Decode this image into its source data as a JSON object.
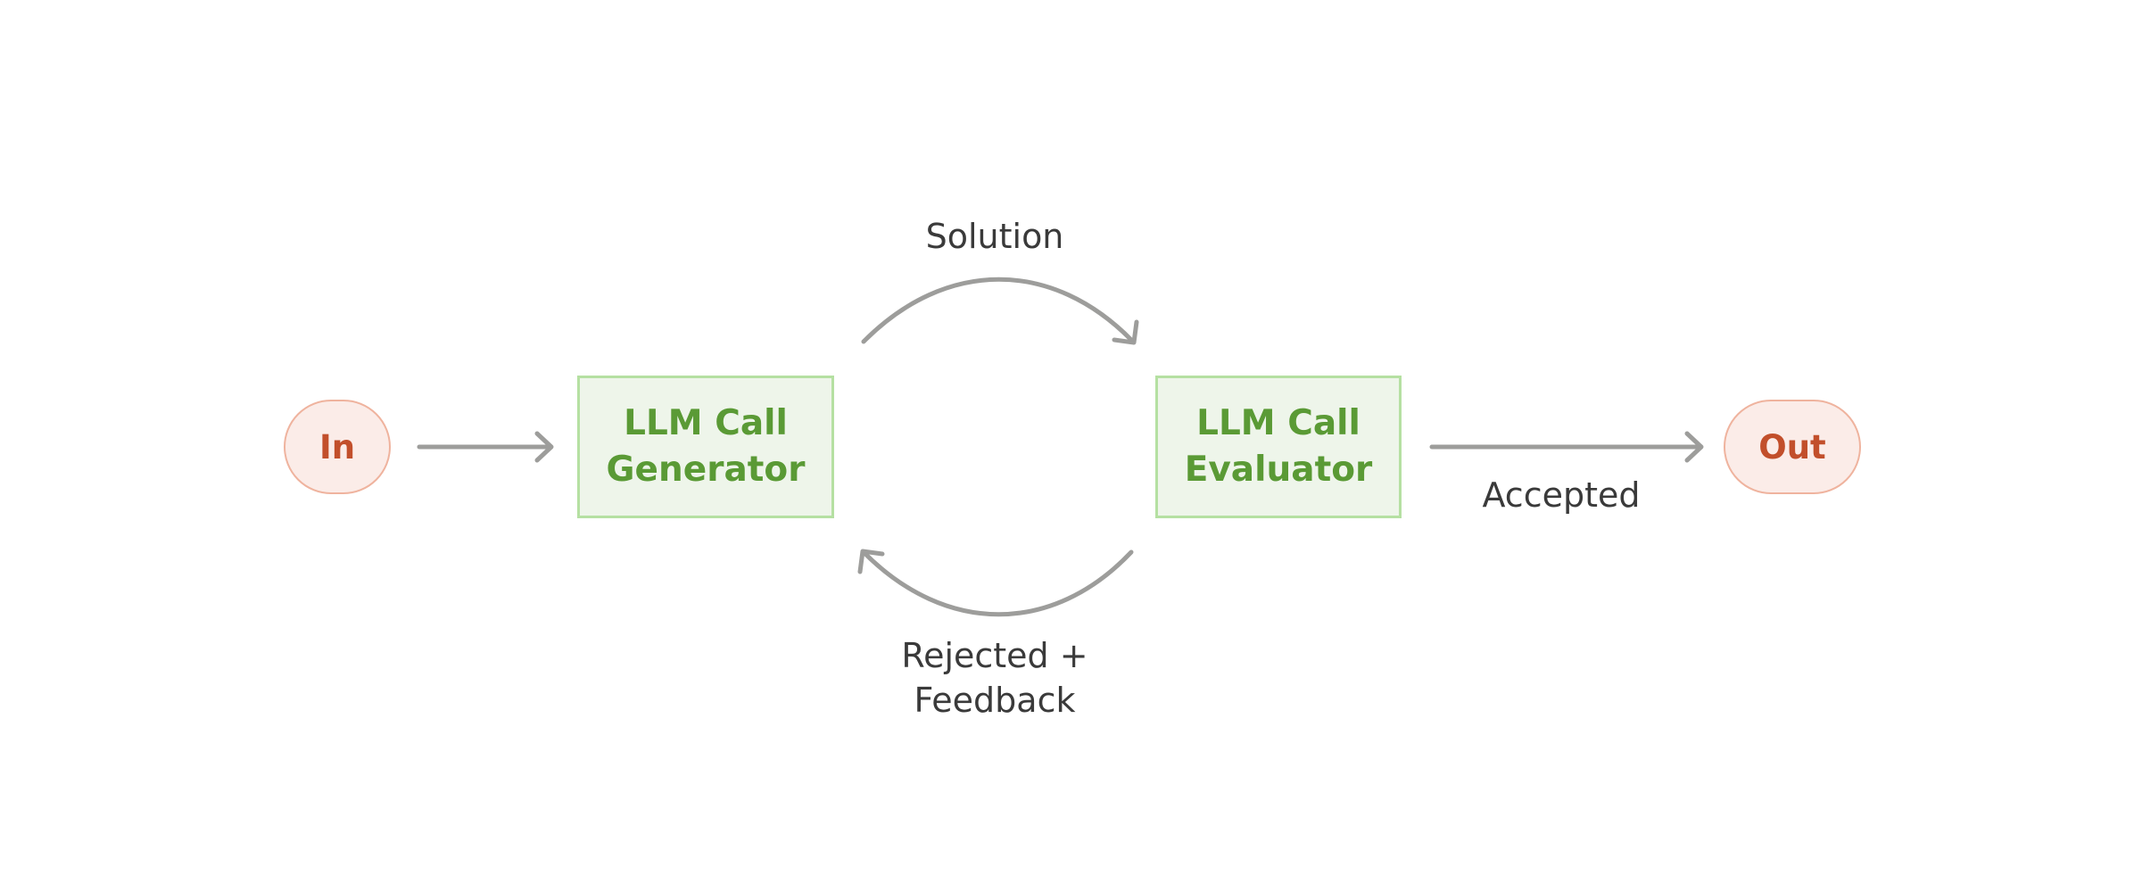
{
  "nodes": {
    "input": "In",
    "generator": {
      "line1": "LLM Call",
      "line2": "Generator"
    },
    "evaluator": {
      "line1": "LLM Call",
      "line2": "Evaluator"
    },
    "output": "Out"
  },
  "edges": {
    "solution": "Solution",
    "rejected": {
      "line1": "Rejected +",
      "line2": "Feedback"
    },
    "accepted": "Accepted"
  },
  "colors": {
    "arrow": "#9d9d9b",
    "terminal_fill": "#fbece8",
    "terminal_border": "#efb39e",
    "terminal_text": "#c24f2b",
    "llm_fill": "#eef5ea",
    "llm_border": "#b5e0a2",
    "llm_text": "#5a9a35",
    "label_text": "#3a3a3a"
  }
}
